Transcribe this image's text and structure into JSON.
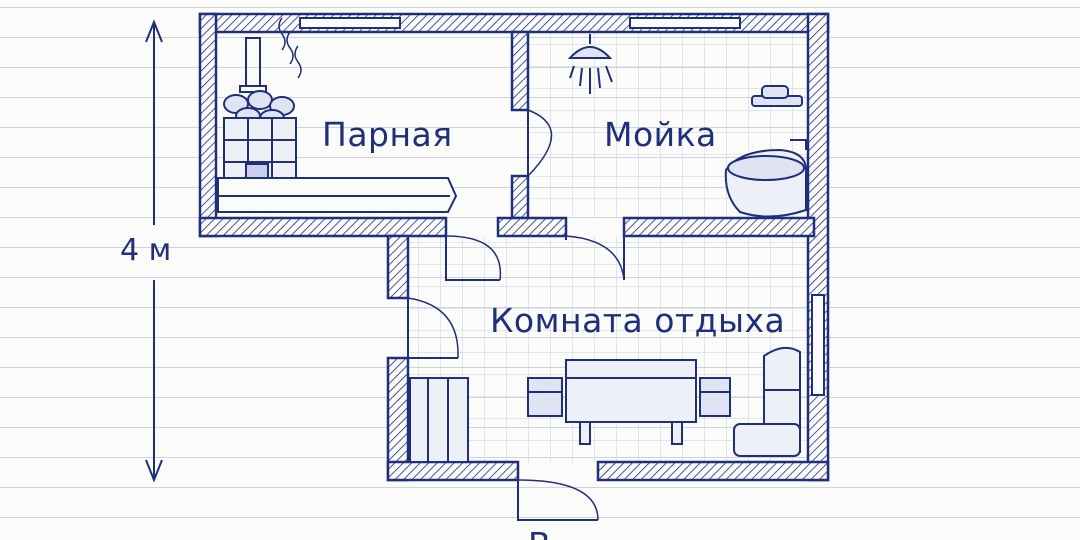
{
  "rooms": {
    "steam_room": "Парная",
    "washing_room": "Мойка",
    "rest_room": "Комната отдыха"
  },
  "dimensions": {
    "height_label": "4 м"
  },
  "entrance_label": "В",
  "colors": {
    "ink": "#1f2f7a",
    "ink_light": "#7d8cc4",
    "paper": "#fbfbfa",
    "ruled_line": "#cfd3e0"
  },
  "icons": [
    "sauna-stove-icon",
    "steam-icon",
    "shower-icon",
    "soap-dish-icon",
    "wash-basin-icon",
    "table-icon",
    "stool-icon",
    "armchair-icon",
    "door-icon"
  ]
}
